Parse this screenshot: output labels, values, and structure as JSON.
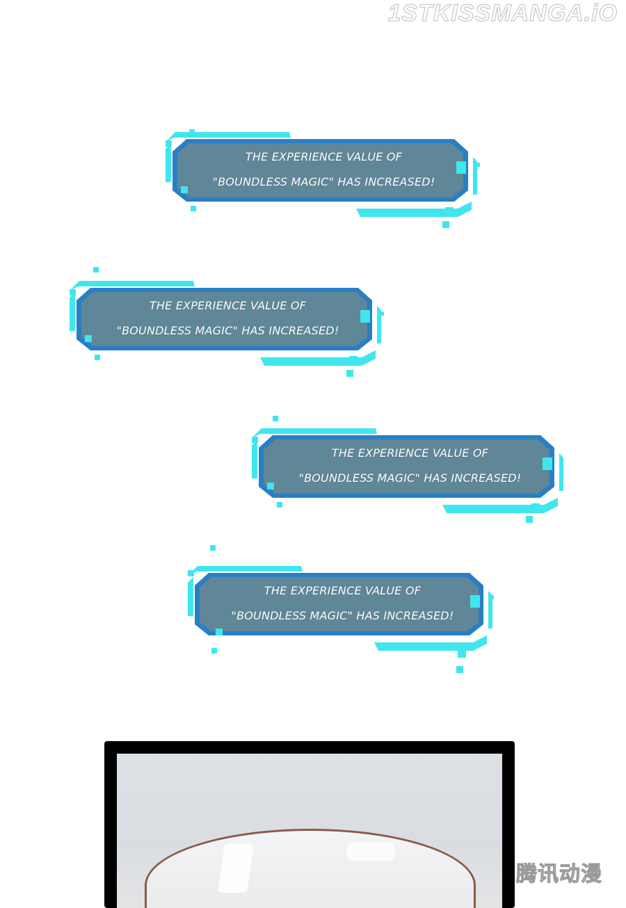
{
  "watermark": "1STKISSMANGA.iO",
  "notifications": [
    {
      "line1": "THE EXPERIENCE VALUE OF",
      "line2": "\"BOUNDLESS MAGIC\" HAS INCREASED!"
    },
    {
      "line1": "THE EXPERIENCE VALUE OF",
      "line2": "\"BOUNDLESS MAGIC\" HAS INCREASED!"
    },
    {
      "line1": "THE EXPERIENCE VALUE OF",
      "line2": "\"BOUNDLESS MAGIC\" HAS INCREASED!"
    },
    {
      "line1": "THE EXPERIENCE VALUE OF",
      "line2": "\"BOUNDLESS MAGIC\" HAS INCREASED!"
    }
  ],
  "publisher_mark": "腾讯动漫",
  "colors": {
    "panel_fill": "#5f8798",
    "panel_border": "#2a7fc4",
    "accent_cyan": "#3fe6ee",
    "frame": "#000000"
  }
}
